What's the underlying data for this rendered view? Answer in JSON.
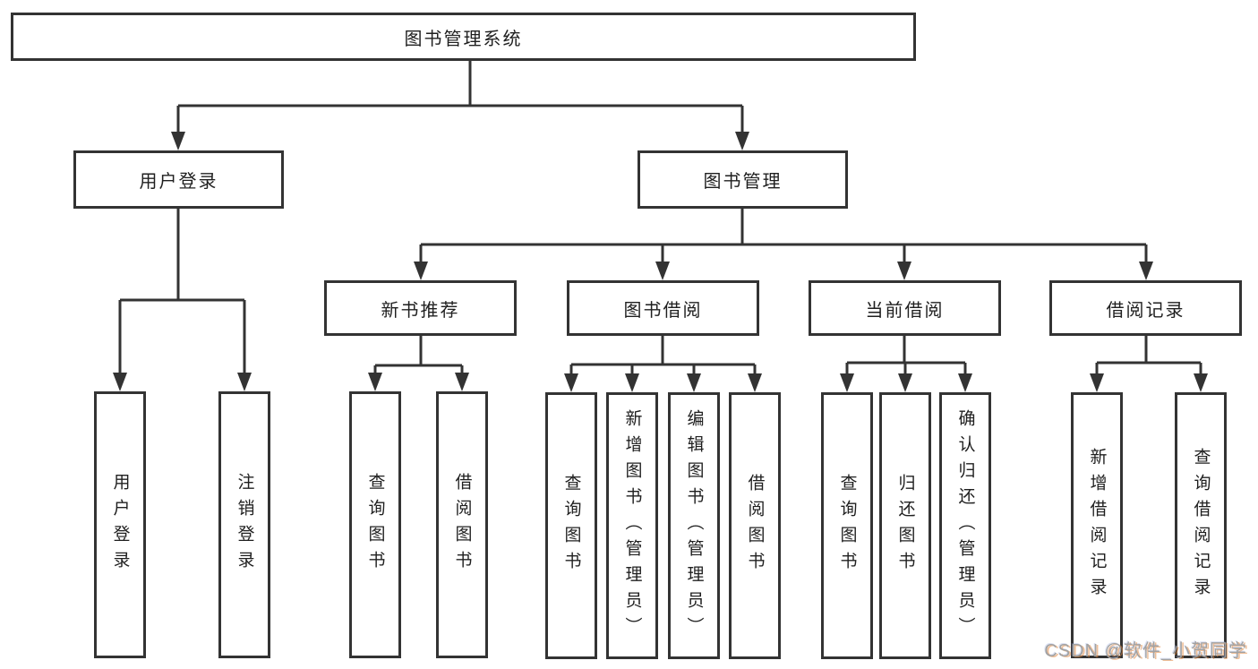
{
  "tree": {
    "label": "图书管理系统",
    "children": [
      {
        "label": "用户登录",
        "children": [
          {
            "label": "用户登录"
          },
          {
            "label": "注销登录"
          }
        ]
      },
      {
        "label": "图书管理",
        "children": [
          {
            "label": "新书推荐",
            "children": [
              {
                "label": "查询图书"
              },
              {
                "label": "借阅图书"
              }
            ]
          },
          {
            "label": "图书借阅",
            "children": [
              {
                "label": "查询图书"
              },
              {
                "label": "新增图书（管理员）"
              },
              {
                "label": "编辑图书（管理员）"
              },
              {
                "label": "借阅图书"
              }
            ]
          },
          {
            "label": "当前借阅",
            "children": [
              {
                "label": "查询图书"
              },
              {
                "label": "归还图书"
              },
              {
                "label": "确认归还（管理员）"
              }
            ]
          },
          {
            "label": "借阅记录",
            "children": [
              {
                "label": "新增借阅记录"
              },
              {
                "label": "查询借阅记录"
              }
            ]
          }
        ]
      }
    ]
  },
  "watermark": {
    "text": "CSDN @软件_小贺同学"
  },
  "colors": {
    "line": "#333333",
    "node_border": "#333333",
    "text": "#1f1f1f",
    "watermark_text": "#a2a2a2",
    "background": "#ffffff"
  }
}
